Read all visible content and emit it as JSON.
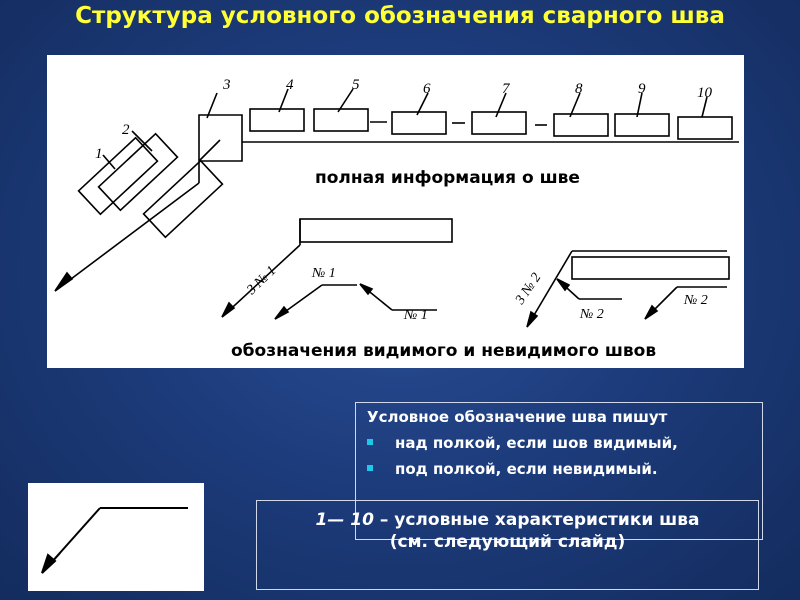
{
  "slide": {
    "title": "Структура условного обозначения сварного шва"
  },
  "diagram": {
    "callout_numbers": [
      "1",
      "2",
      "3",
      "4",
      "5",
      "6",
      "7",
      "8",
      "9",
      "10"
    ],
    "caption_full": "полная информация о шве",
    "caption_visible_hidden": "обозначения видимого и невидимого швов",
    "weld_labels": [
      "3 № 1",
      "№ 1",
      "№ 1",
      "3 № 2",
      "№ 2",
      "№ 2"
    ]
  },
  "rule_box": {
    "heading": "Условное обозначение шва пишут",
    "items": [
      "над полкой, если шов видимый,",
      "под полкой, если невидимый."
    ]
  },
  "legend_box": {
    "range": "1— 10",
    "text": "– условные характеристики шва",
    "note": "(см. следующий слайд)"
  },
  "colors": {
    "title": "#ffff33",
    "background": "#1d3c7c",
    "panel": "#ffffff",
    "bullet": "#1ec8e8"
  }
}
